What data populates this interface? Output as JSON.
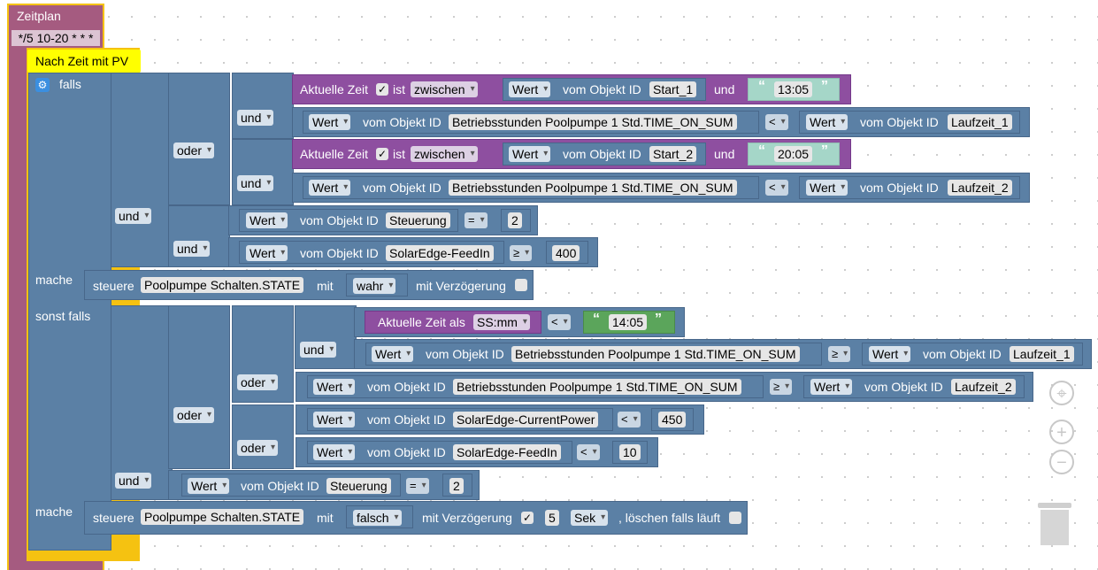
{
  "trigger": {
    "title": "Zeitplan",
    "cron": "*/5 10-20 * * *"
  },
  "function": {
    "name": "Nach Zeit mit PV"
  },
  "if_block": {
    "if_label": "falls",
    "do_label": "mache",
    "elseif_label": "sonst falls",
    "do2_label": "mache"
  },
  "logic": {
    "and": "und",
    "or": "oder"
  },
  "common": {
    "wert": "Wert",
    "vom_objekt": "vom Objekt ID",
    "aktuelle_zeit": "Aktuelle Zeit",
    "ist": "ist",
    "zwischen": "zwischen",
    "und": "und",
    "als": "Aktuelle Zeit als",
    "format": "SS:mm"
  },
  "cond1": {
    "time1_obj": "Start_1",
    "time1_end": "13:05",
    "runtime_obj": "Betriebsstunden Poolpumpe  1 Std.TIME_ON_SUM",
    "op1": "<",
    "limit1": "Laufzeit_1",
    "time2_obj": "Start_2",
    "time2_end": "20:05",
    "op2": "<",
    "limit2": "Laufzeit_2",
    "steuerung_obj": "Steuerung",
    "steuerung_op": "=",
    "steuerung_val": "2",
    "feedin_obj": "SolarEdge-FeedIn",
    "feedin_op": "≥",
    "feedin_val": "400"
  },
  "action1": {
    "steuere": "steuere",
    "obj": "Poolpumpe Schalten.STATE",
    "mit": "mit",
    "value": "wahr",
    "delay_label": "mit Verzögerung"
  },
  "cond2": {
    "time_op": "<",
    "time_val": "14:05",
    "op1": "≥",
    "limit1": "Laufzeit_1",
    "op2": "≥",
    "limit2": "Laufzeit_2",
    "power_obj": "SolarEdge-CurrentPower",
    "power_op": "<",
    "power_val": "450",
    "feedin_obj": "SolarEdge-FeedIn",
    "feedin_op": "<",
    "feedin_val": "10",
    "steuerung_op": "=",
    "steuerung_val": "2"
  },
  "action2": {
    "steuere": "steuere",
    "obj": "Poolpumpe Schalten.STATE",
    "mit": "mit",
    "value": "falsch",
    "delay_label": "mit Verzögerung",
    "delay": "5",
    "unit": "Sek",
    "clear": ", löschen falls läuft"
  },
  "icons": {
    "check": "✓",
    "open_quote": "“",
    "close_quote": "”",
    "gear": "⚙",
    "target": "⌖",
    "plus": "+",
    "minus": "−"
  }
}
